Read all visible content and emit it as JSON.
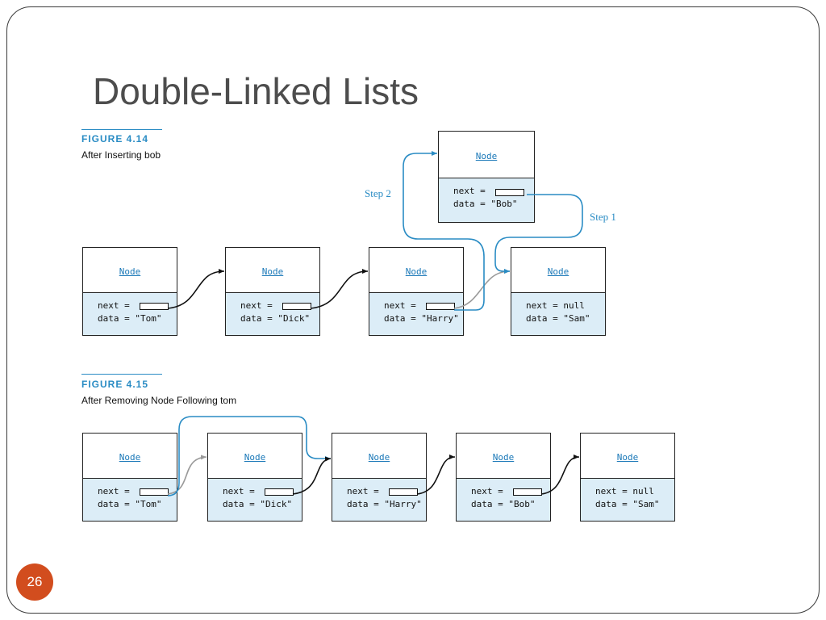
{
  "slide": {
    "title": "Double-Linked Lists",
    "page_number": "26"
  },
  "figure_1": {
    "label": "FIGURE 4.14",
    "caption": "After Inserting bob",
    "step_1": "Step 1",
    "step_2": "Step 2",
    "inserted_node": {
      "title": "Node",
      "next": "next =",
      "data": "data = \"Bob\""
    },
    "nodes": [
      {
        "title": "Node",
        "next": "next =",
        "data": "data = \"Tom\""
      },
      {
        "title": "Node",
        "next": "next =",
        "data": "data = \"Dick\""
      },
      {
        "title": "Node",
        "next": "next =",
        "data": "data = \"Harry\""
      },
      {
        "title": "Node",
        "next": "next = null",
        "data": "data = \"Sam\""
      }
    ]
  },
  "figure_2": {
    "label": "FIGURE 4.15",
    "caption": "After Removing Node Following tom",
    "nodes": [
      {
        "title": "Node",
        "next": "next =",
        "data": "data = \"Tom\""
      },
      {
        "title": "Node",
        "next": "next =",
        "data": "data = \"Dick\""
      },
      {
        "title": "Node",
        "next": "next =",
        "data": "data = \"Harry\""
      },
      {
        "title": "Node",
        "next": "next =",
        "data": "data = \"Bob\""
      },
      {
        "title": "Node",
        "next": "next = null",
        "data": "data = \"Sam\""
      }
    ]
  },
  "colors": {
    "accent": "#2a8cc4",
    "node_body": "#dcedf7",
    "badge": "#d24d1e",
    "removed_link": "#9a9a9a"
  }
}
